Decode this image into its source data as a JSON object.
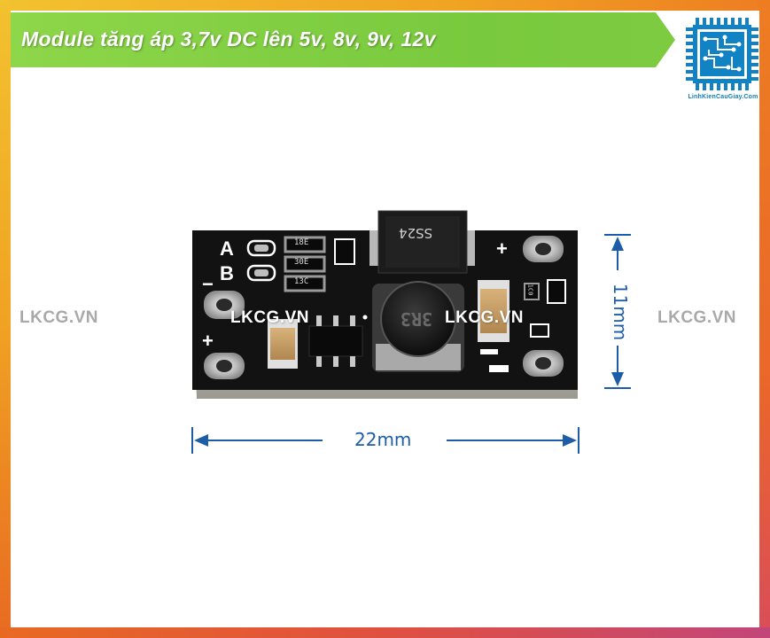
{
  "header": {
    "title": "Module tăng áp 3,7v DC lên 5v, 8v, 9v, 12v"
  },
  "logo": {
    "text": "LinhKienCauGiay.Com"
  },
  "watermarks": [
    "LKCG.VN",
    "LKCG.VN",
    "LKCG.VN",
    "LKCG.VN"
  ],
  "board": {
    "labels": {
      "a": "A",
      "b": "B",
      "minus": "−",
      "plus": "+",
      "plus_right": "+",
      "diode": "SS24",
      "inductor": "3R3",
      "res1": "18E",
      "res2": "30E",
      "res3": "13C",
      "res4": "1C0"
    }
  },
  "dimensions": {
    "width": "22mm",
    "height": "11mm"
  },
  "colors": {
    "banner": "#7fcc42",
    "pcb": "#121212",
    "pad": "#c9c9c9",
    "dimension": "#1d5da8"
  }
}
